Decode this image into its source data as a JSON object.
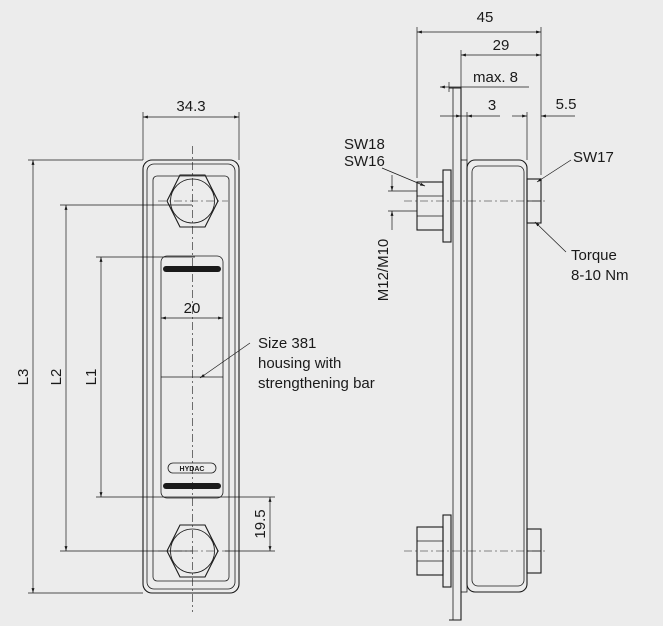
{
  "front_view": {
    "width_label": "34.3",
    "inner_width_label": "20",
    "offset_label": "19.5",
    "l3_label": "L3",
    "l2_label": "L2",
    "l1_label": "L1",
    "brand_label": "HYDAC",
    "callout": [
      "Size 381",
      "housing with",
      "strengthening bar"
    ]
  },
  "side_view": {
    "dim_45": "45",
    "dim_29": "29",
    "dim_max8": "max. 8",
    "dim_3": "3",
    "dim_5_5": "5.5",
    "sw18": "SW18",
    "sw16": "SW16",
    "sw17": "SW17",
    "thread_label": "M12/M10",
    "torque_line1": "Torque",
    "torque_line2": "8-10 Nm"
  }
}
